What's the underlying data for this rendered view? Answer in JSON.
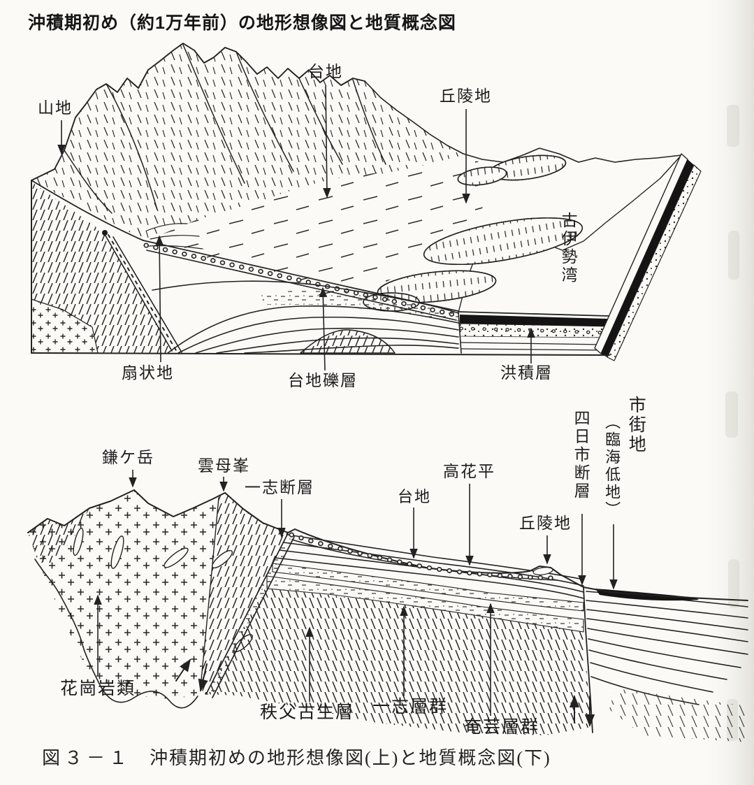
{
  "title": "沖積期初め（約1万年前）の地形想像図と地質概念図",
  "caption": {
    "number": "図３－１",
    "text": "沖積期初めの地形想像図(上)と地質概念図(下)"
  },
  "top_diagram": {
    "name": "地形想像図（上）",
    "labels": {
      "sanchi": "山地",
      "daichi": "台地",
      "kyuryochi": "丘陵地",
      "ko_ise_wan": "古伊勢湾",
      "senjochi": "扇状地",
      "daichi_rekiso": "台地礫層",
      "kosekiso": "洪積層"
    }
  },
  "bottom_diagram": {
    "name": "地質概念図（下）",
    "labels": {
      "kamagatake": "鎌ケ岳",
      "kirara_mine": "雲母峯",
      "ichishi_danso": "一志断層",
      "daichi": "台地",
      "takahanadaira": "高花平",
      "kyuryochi": "丘陵地",
      "yokkaichi_danso": "四日市断層",
      "shigaichi": "市街地",
      "rinkai_teichi": "（臨海低地）",
      "kakoganrui": "花崗岩類",
      "chichibu_koseiso": "秩父古生層",
      "ichishi_sogun": "一志層群",
      "age_sogun": "奄芸層群"
    }
  },
  "colors": {
    "ink": "#222222",
    "paper": "#fbfaf7",
    "dark_band": "#141414"
  }
}
